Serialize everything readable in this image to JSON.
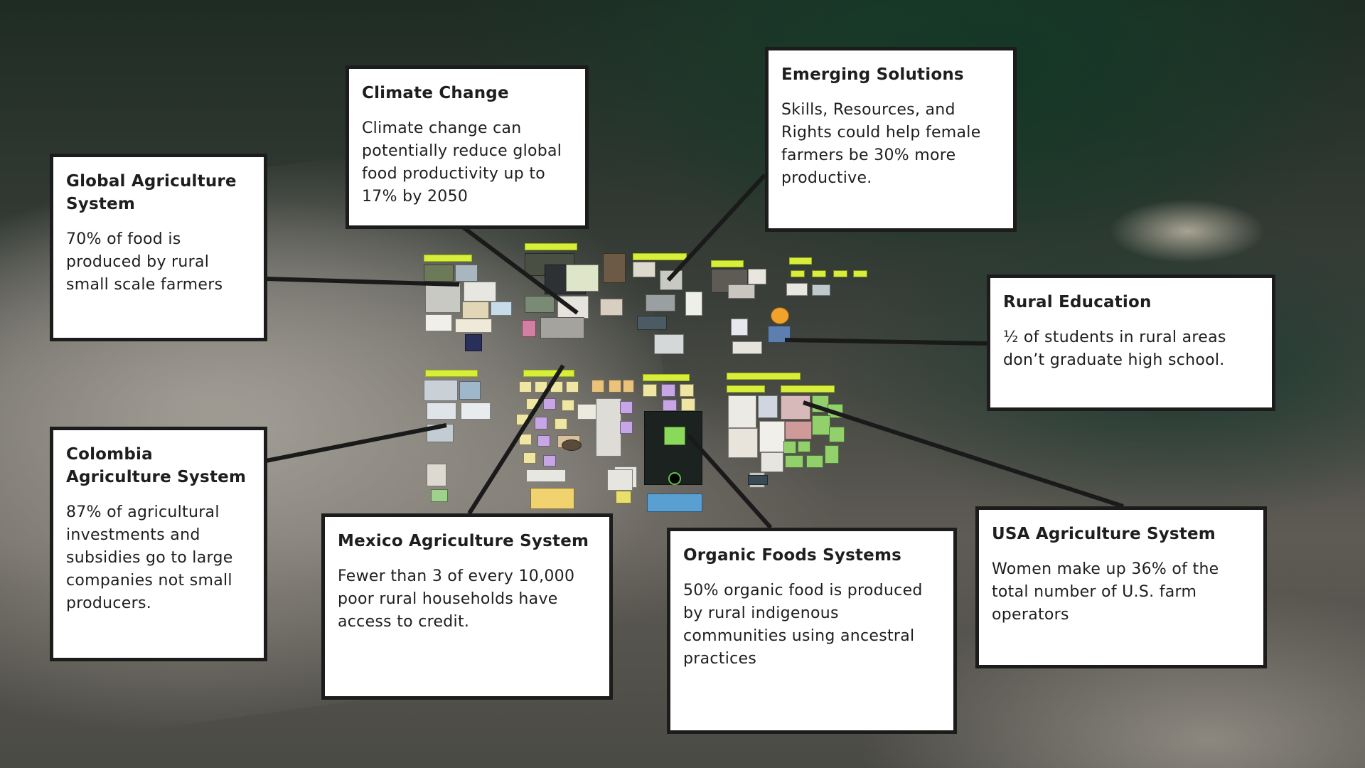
{
  "colors": {
    "card_background": "#ffffff",
    "card_border": "#1c1c1c",
    "connector": "#1a1a1a",
    "thumbnail_label": "#d7ef3a"
  },
  "cards": [
    {
      "id": "global",
      "title": "Global Agriculture System",
      "body": "70% of food is produced by rural small scale farmers"
    },
    {
      "id": "climate",
      "title": "Climate Change",
      "body": "Climate change can potentially reduce global food productivity up to 17% by 2050"
    },
    {
      "id": "emerging",
      "title": "Emerging Solutions",
      "body": "Skills, Resources, and Rights could help female farmers be 30% more productive."
    },
    {
      "id": "rural",
      "title": "Rural Education",
      "body": "½ of students in rural areas don’t graduate high school."
    },
    {
      "id": "colombia",
      "title": "Colombia Agriculture System",
      "body": "87% of agricultural investments and subsidies go to large companies not small producers."
    },
    {
      "id": "mexico",
      "title": "Mexico Agriculture System",
      "body": "Fewer than 3 of every 10,000 poor rural households have access to credit."
    },
    {
      "id": "organic",
      "title": "Organic Foods Systems",
      "body": "50% organic food is produced by rural indigenous communities using ancestral practices"
    },
    {
      "id": "usa",
      "title": "USA Agriculture System",
      "body": "Women make up 36% of the total number of U.S. farm operators"
    }
  ]
}
